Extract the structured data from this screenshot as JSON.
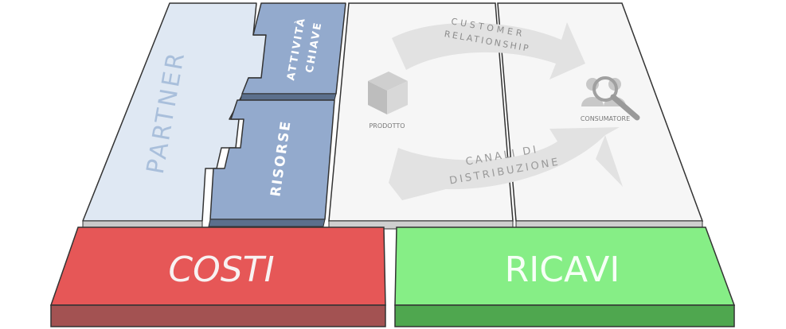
{
  "blocks": {
    "partner": {
      "label": "PARTNER",
      "color": "#dfe8f3"
    },
    "attivita": {
      "label_line1": "ATTIVITÀ",
      "label_line2": "CHIAVE",
      "color": "#93aacd"
    },
    "risorse": {
      "label": "RISORSE",
      "color": "#93aacd"
    },
    "customer_relationship": {
      "label_line1": "CUSTOMER",
      "label_line2": "RELATIONSHIP"
    },
    "canali": {
      "label_line1": "CANALI DI",
      "label_line2": "DISTRIBUZIONE"
    },
    "prodotto": {
      "label": "PRODOTTO",
      "icon": "box-icon"
    },
    "consumatore": {
      "label": "CONSUMATORE",
      "icon": "user-search-icon"
    },
    "costi": {
      "label": "COSTI",
      "color": "#e65757"
    },
    "ricavi": {
      "label": "RICAVI",
      "color": "#86ee86"
    }
  }
}
